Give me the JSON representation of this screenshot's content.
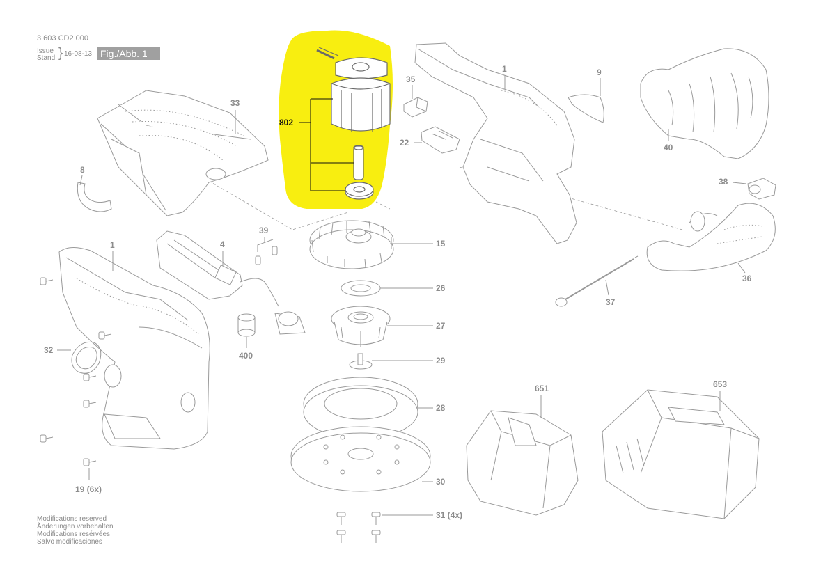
{
  "header": {
    "doc_number": "3 603 CD2 000",
    "issue_label": "Issue",
    "stand_label": "Stand",
    "date": "16-08-13",
    "figure": "Fig./Abb. 1"
  },
  "footer": {
    "lines": [
      "Modifications reserved",
      "Änderungen vorbehalten",
      "Modifications resérvées",
      "Salvo modificaciones"
    ]
  },
  "colors": {
    "highlight": "#f8ee10",
    "line": "#9a9a9a",
    "label": "#8c8c8c",
    "highlight_label": "#111111"
  },
  "parts": {
    "p1a": "1",
    "p1b": "1",
    "p4": "4",
    "p8": "8",
    "p9": "9",
    "p15": "15",
    "p19": "19 (6x)",
    "p22": "22",
    "p26": "26",
    "p27": "27",
    "p28": "28",
    "p29": "29",
    "p30": "30",
    "p31": "31 (4x)",
    "p32": "32",
    "p33": "33",
    "p35": "35",
    "p36": "36",
    "p37": "37",
    "p38": "38",
    "p39": "39",
    "p40": "40",
    "p400": "400",
    "p651": "651",
    "p653": "653",
    "p802": "802"
  }
}
